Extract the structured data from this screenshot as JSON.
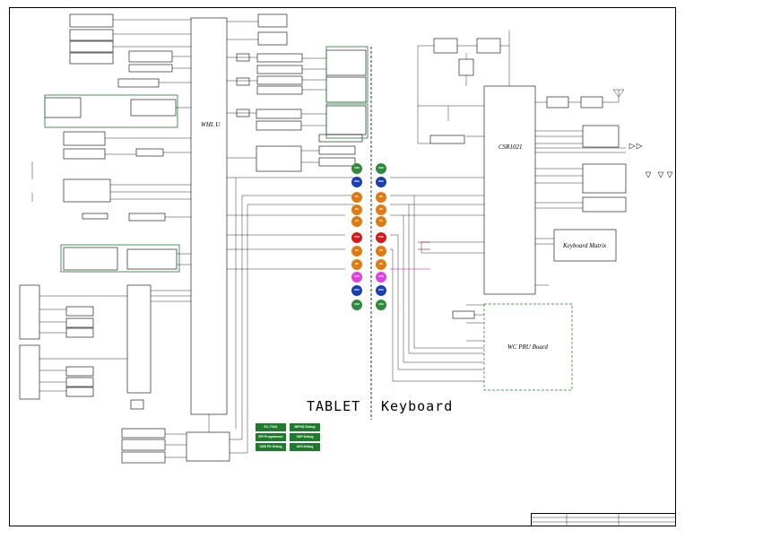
{
  "labels": {
    "mcu": "WHL U",
    "csr": "CSR1021",
    "keyboard_matrix": "Keyboard Matrix",
    "wc_board": "WC PRU Board",
    "tablet": "TABLET",
    "keyboard": "Keyboard"
  },
  "debug_boxes": [
    {
      "label": "EC JTAG"
    },
    {
      "label": "MIPI30 Debug"
    },
    {
      "label": "SPI Programmer"
    },
    {
      "label": "XDP Debug"
    },
    {
      "label": "USB PD Debug"
    },
    {
      "label": "AVS Debug"
    }
  ],
  "leds": [
    {
      "color": "#2e8b3e",
      "text": "GND"
    },
    {
      "color": "#1a3fb0",
      "text": "DBG"
    },
    {
      "color": "#e07b12",
      "text": "SIG"
    },
    {
      "color": "#e07b12",
      "text": "SIG"
    },
    {
      "color": "#e07b12",
      "text": "SIG"
    },
    {
      "color": "#d7191c",
      "text": "PWR"
    },
    {
      "color": "#e07b12",
      "text": "SIG"
    },
    {
      "color": "#e07b12",
      "text": "SIG"
    },
    {
      "color": "#e040e0",
      "text": "USB"
    },
    {
      "color": "#1a3fb0",
      "text": "DBG"
    },
    {
      "color": "#2e8b3e",
      "text": "GND"
    }
  ],
  "colors": {
    "green": "#1e7a2d",
    "wire": "#000000",
    "magenta": "#cc00cc",
    "red": "#cc0000",
    "blue": "#0000cc"
  }
}
